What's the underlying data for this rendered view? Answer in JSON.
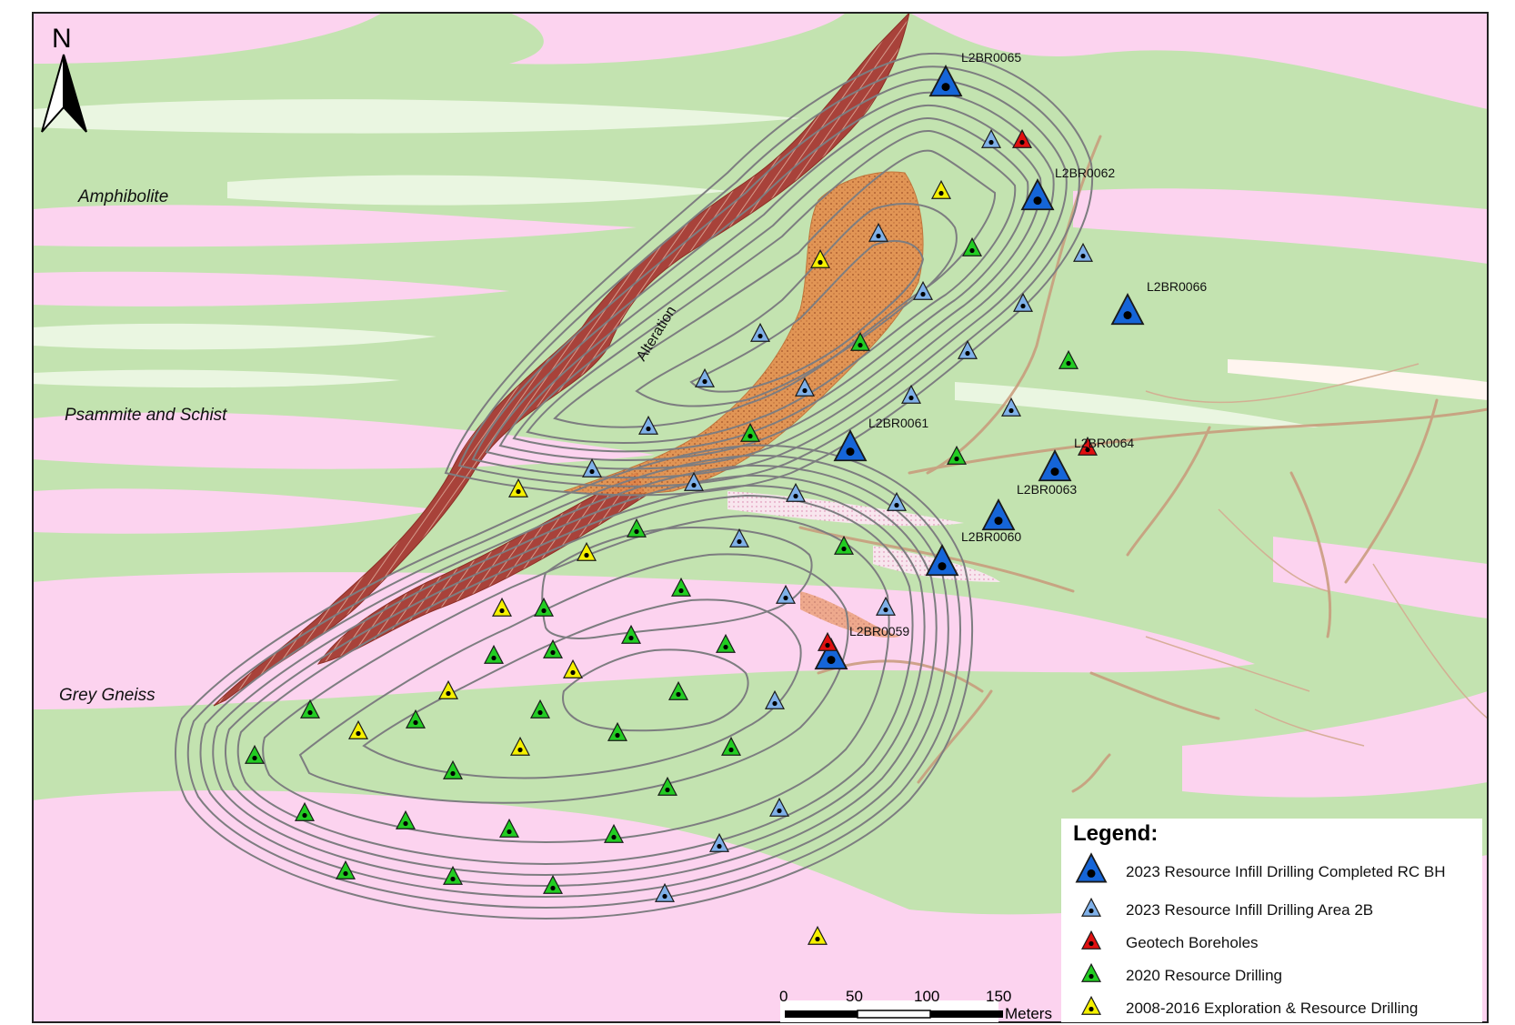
{
  "north_arrow": {
    "label": "N"
  },
  "rock_units": [
    {
      "id": "amphibolite",
      "label": "Amphibolite"
    },
    {
      "id": "psammite",
      "label": "Psammite and Schist"
    },
    {
      "id": "grey-gneiss",
      "label": "Grey Gneiss"
    }
  ],
  "alteration_label": "Alteration",
  "borehole_labels": {
    "L2BR0065": "L2BR0065",
    "L2BR0062": "L2BR0062",
    "L2BR0066": "L2BR0066",
    "L2BR0061": "L2BR0061",
    "L2BR0064": "L2BR0064",
    "L2BR0063": "L2BR0063",
    "L2BR0060": "L2BR0060",
    "L2BR0059": "L2BR0059"
  },
  "legend": {
    "title": "Legend:",
    "items": [
      {
        "id": "completed-rc",
        "label": "2023 Resource Infill Drilling Completed RC BH",
        "color": "#1565d8"
      },
      {
        "id": "area-2b",
        "label": "2023 Resource Infill Drilling Area 2B",
        "color": "#7fb0e8"
      },
      {
        "id": "geotech",
        "label": "Geotech Boreholes",
        "color": "#e01010"
      },
      {
        "id": "resource-2020",
        "label": "2020 Resource Drilling",
        "color": "#22cc22"
      },
      {
        "id": "exploration",
        "label": "2008-2016 Exploration & Resource Drilling",
        "color": "#f5f000"
      }
    ]
  },
  "scale_bar": {
    "ticks": [
      "0",
      "50",
      "100",
      "150"
    ],
    "unit": "Meters"
  },
  "colors": {
    "green_unit": "#c3e3b0",
    "pink_unit": "#fcd3ef",
    "pale_unit": "#eaf6e1",
    "alteration": "#a33a30",
    "orebody": "#e38a4a",
    "pit_contour": "#7d7d80"
  }
}
